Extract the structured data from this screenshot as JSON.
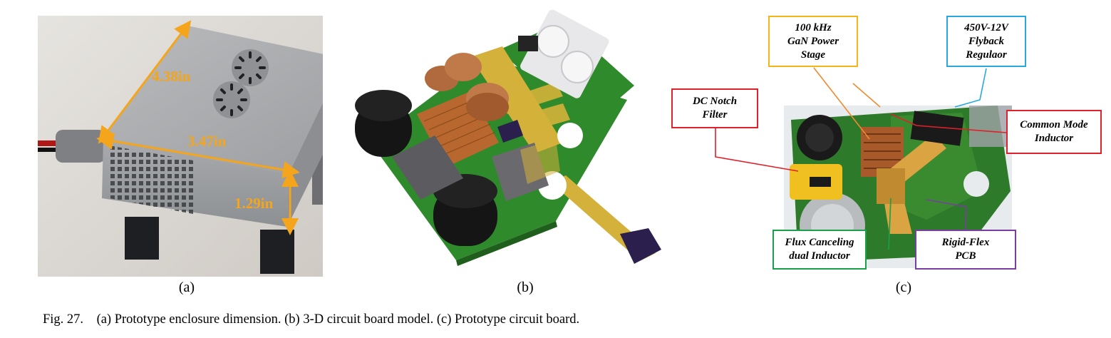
{
  "panels": [
    {
      "label": "(a)",
      "dimensions": [
        "4.38in",
        "3.47in",
        "1.29in"
      ]
    },
    {
      "label": "(b)"
    },
    {
      "label": "(c)",
      "callouts": [
        {
          "lines": [
            "100 kHz",
            "GaN Power",
            "Stage"
          ],
          "color": "#f4b41a"
        },
        {
          "lines": [
            "450V-12V",
            "Flyback",
            "Regulaor"
          ],
          "color": "#29a8e0"
        },
        {
          "lines": [
            "DC Notch",
            "Filter"
          ],
          "color": "#e0202a"
        },
        {
          "lines": [
            "Common Mode",
            "Inductor"
          ],
          "color": "#e0202a"
        },
        {
          "lines": [
            "Flux Canceling",
            "dual Inductor"
          ],
          "color": "#1aa04a"
        },
        {
          "lines": [
            "Rigid-Flex",
            "PCB"
          ],
          "color": "#7a3ea0"
        }
      ]
    }
  ],
  "caption": {
    "prefix": "Fig. 27.",
    "text": "(a) Prototype enclosure dimension. (b) 3-D circuit board model. (c) Prototype circuit board."
  }
}
